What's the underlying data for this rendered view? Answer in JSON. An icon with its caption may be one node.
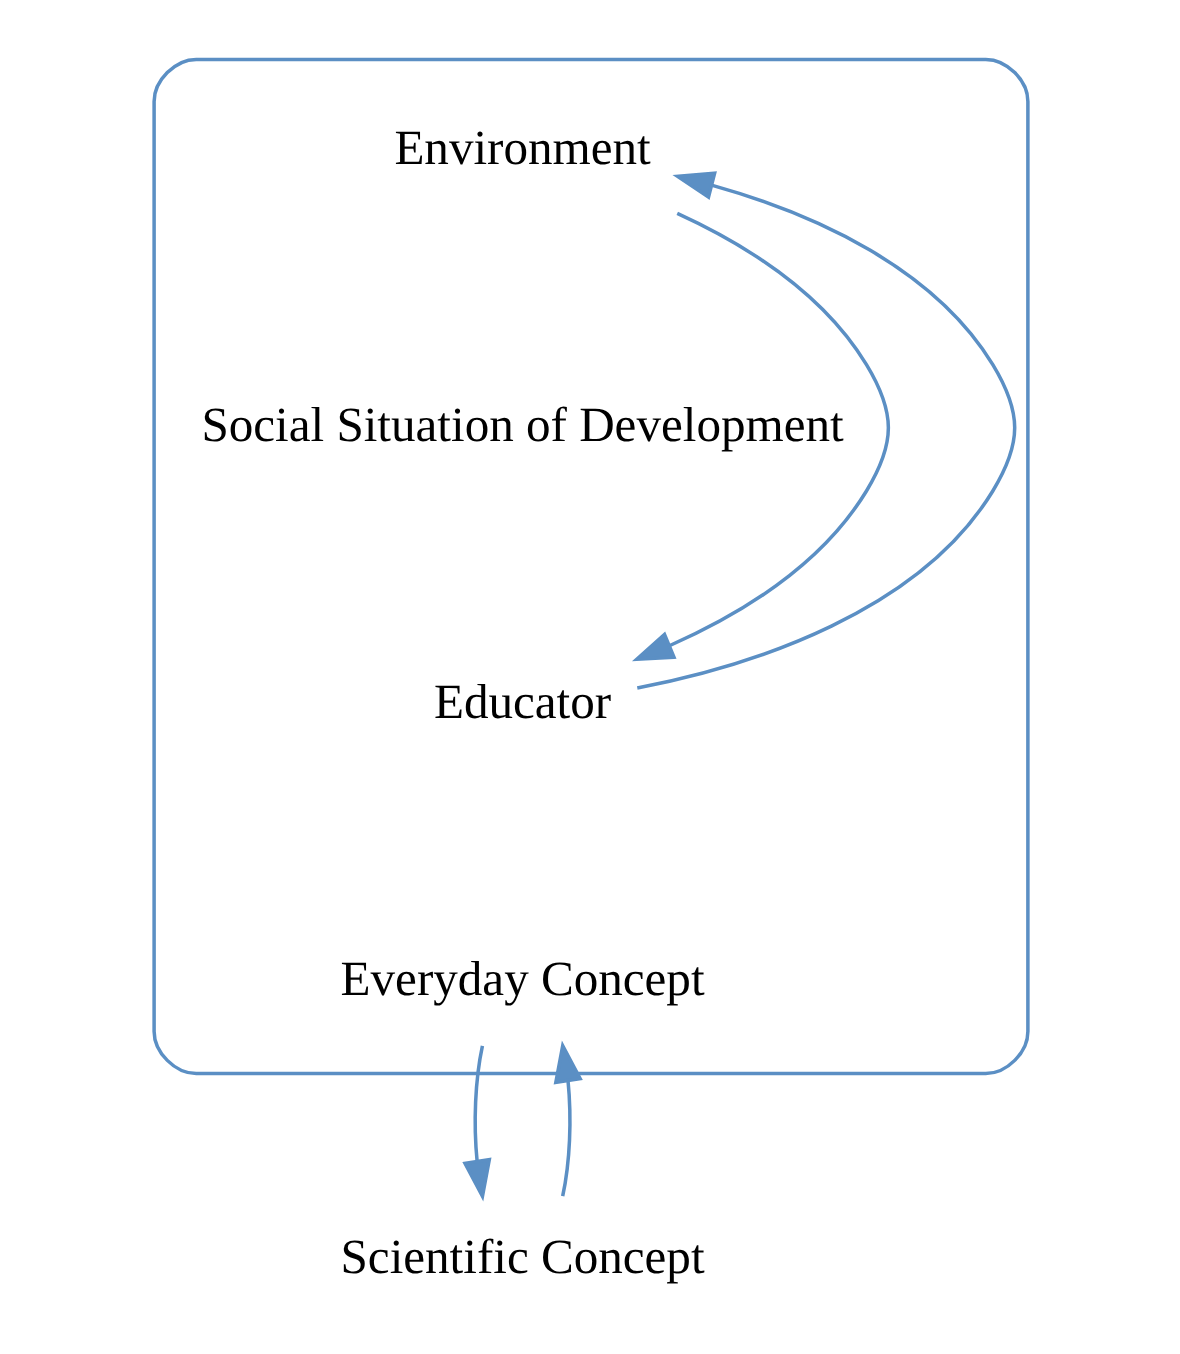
{
  "diagram": {
    "nodes": [
      {
        "text": [],
        "shape": "ellipse"
      },
      {
        "text": [
          "Environment"
        ],
        "in": 0
      },
      {
        "text": [
          "Social Situation of Development"
        ],
        "in": 0
      },
      {
        "text": [
          "Educator"
        ],
        "in": 0
      },
      {
        "text": [
          "Everyday Concept"
        ],
        "in": 0
      },
      {
        "text": [
          "Scientific Concept"
        ]
      }
    ],
    "edges": [
      {
        "from": 1,
        "to": 3,
        "arrow": "to"
      },
      {
        "from": 3,
        "to": 1,
        "arrow": "to"
      },
      {
        "from": 5,
        "to": 4,
        "arrow": "to"
      },
      {
        "from": 4,
        "to": 5,
        "arrow": "to"
      }
    ]
  }
}
